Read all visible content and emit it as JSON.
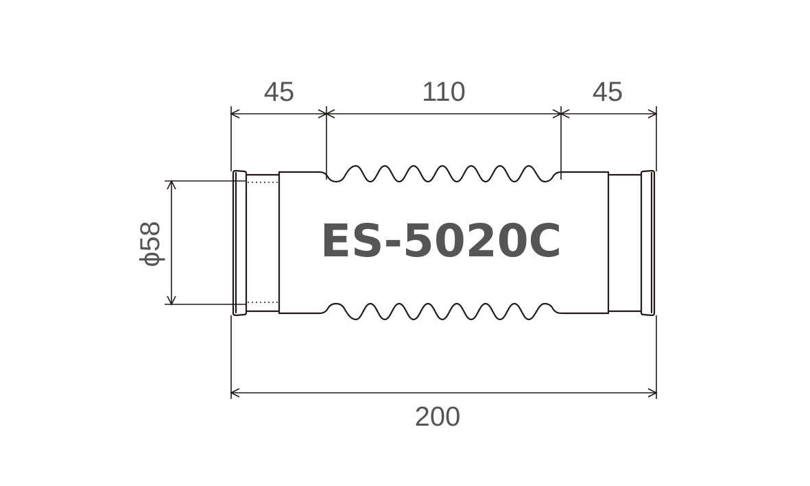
{
  "diagram": {
    "model_label": "ES-5020C",
    "dimensions": {
      "left_end": "45",
      "middle": "110",
      "right_end": "45",
      "overall": "200",
      "diameter": "ϕ58"
    },
    "colors": {
      "line": "#231815",
      "text": "#555555",
      "background": "#ffffff"
    }
  }
}
